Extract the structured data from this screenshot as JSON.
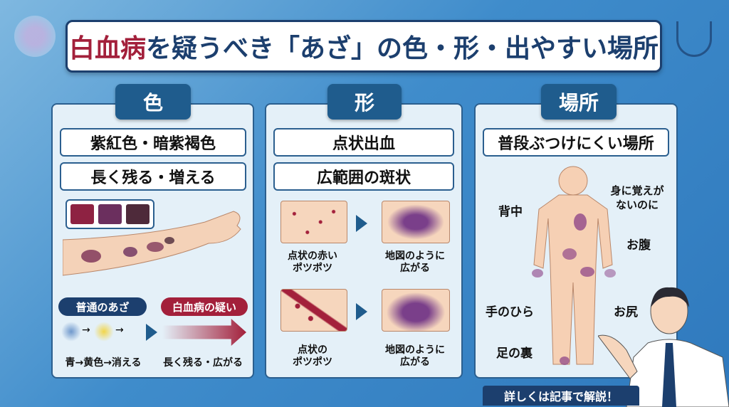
{
  "title": {
    "highlight": "白血病",
    "rest": "を疑うべき「あざ」の色・形・出やすい場所"
  },
  "colors": {
    "accent_red": "#a3203b",
    "navy": "#1c3f6e",
    "tab_blue": "#1f5c8d",
    "swatches": [
      "#8e2242",
      "#6b2f5e",
      "#4e2a3a"
    ]
  },
  "panels": {
    "color": {
      "tab": "色",
      "labels": [
        "紫紅色・暗紫褐色",
        "長く残る・増える"
      ],
      "normal": {
        "pill": "普通のあざ",
        "caption": "青→黄色→消える"
      },
      "leukemia": {
        "pill": "白血病の疑い",
        "caption": "長く残る・広がる"
      }
    },
    "shape": {
      "tab": "形",
      "labels": [
        "点状出血",
        "広範囲の斑状"
      ],
      "row1": {
        "left": "点状の赤い\nポツポツ",
        "right": "地図のように\n広がる"
      },
      "row2": {
        "left": "点状の\nポツポツ",
        "right": "地図のように\n広がる"
      }
    },
    "place": {
      "tab": "場所",
      "label": "普段ぶつけにくい場所",
      "note": "身に覚えが\nないのに",
      "parts": {
        "back": "背中",
        "belly": "お腹",
        "palm": "手のひら",
        "buttock": "お尻",
        "sole": "足の裏"
      }
    }
  },
  "footer": "詳しくは記事で解説！"
}
